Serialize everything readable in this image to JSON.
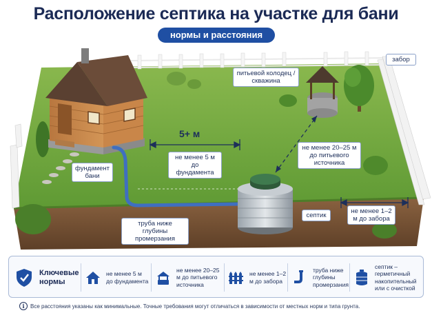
{
  "title": "Расположение септика на участке для бани",
  "subtitle": "нормы и расстояния",
  "scene": {
    "labels": {
      "fence": "забор",
      "well": "питьевой колодец / скважина",
      "foundation": "фундамент бани",
      "distance_top": "5+ м",
      "foundation_distance": "не менее 5 м до фундамента",
      "well_distance": "не менее 20–25 м до питьевого источника",
      "septic": "септик",
      "fence_distance": "не менее 1–2 м до забора",
      "pipe": "труба ниже глубины промерзания"
    }
  },
  "legend": {
    "key_label": "Ключевые нормы",
    "items": [
      {
        "icon": "house-icon",
        "text": "не менее 5 м до фундамента"
      },
      {
        "icon": "well-icon",
        "text": "не менее 20–25 м до питьевого источника"
      },
      {
        "icon": "fence-icon",
        "text": "не менее 1–2 м до забора"
      },
      {
        "icon": "pipe-icon",
        "text": "труба ниже глубины промерзания"
      },
      {
        "icon": "tank-icon",
        "text": "септик – герметичный накопительный или с очисткой"
      }
    ]
  },
  "footnote": "Все расстояния указаны как минимальные. Точные требования могут отличаться в зависимости от местных норм и типа грунта.",
  "colors": {
    "title": "#1b2a55",
    "accent": "#1f4fa3",
    "grass": "#6fa33c",
    "soil": "#7a5638",
    "pipe": "#3f6fc0"
  }
}
